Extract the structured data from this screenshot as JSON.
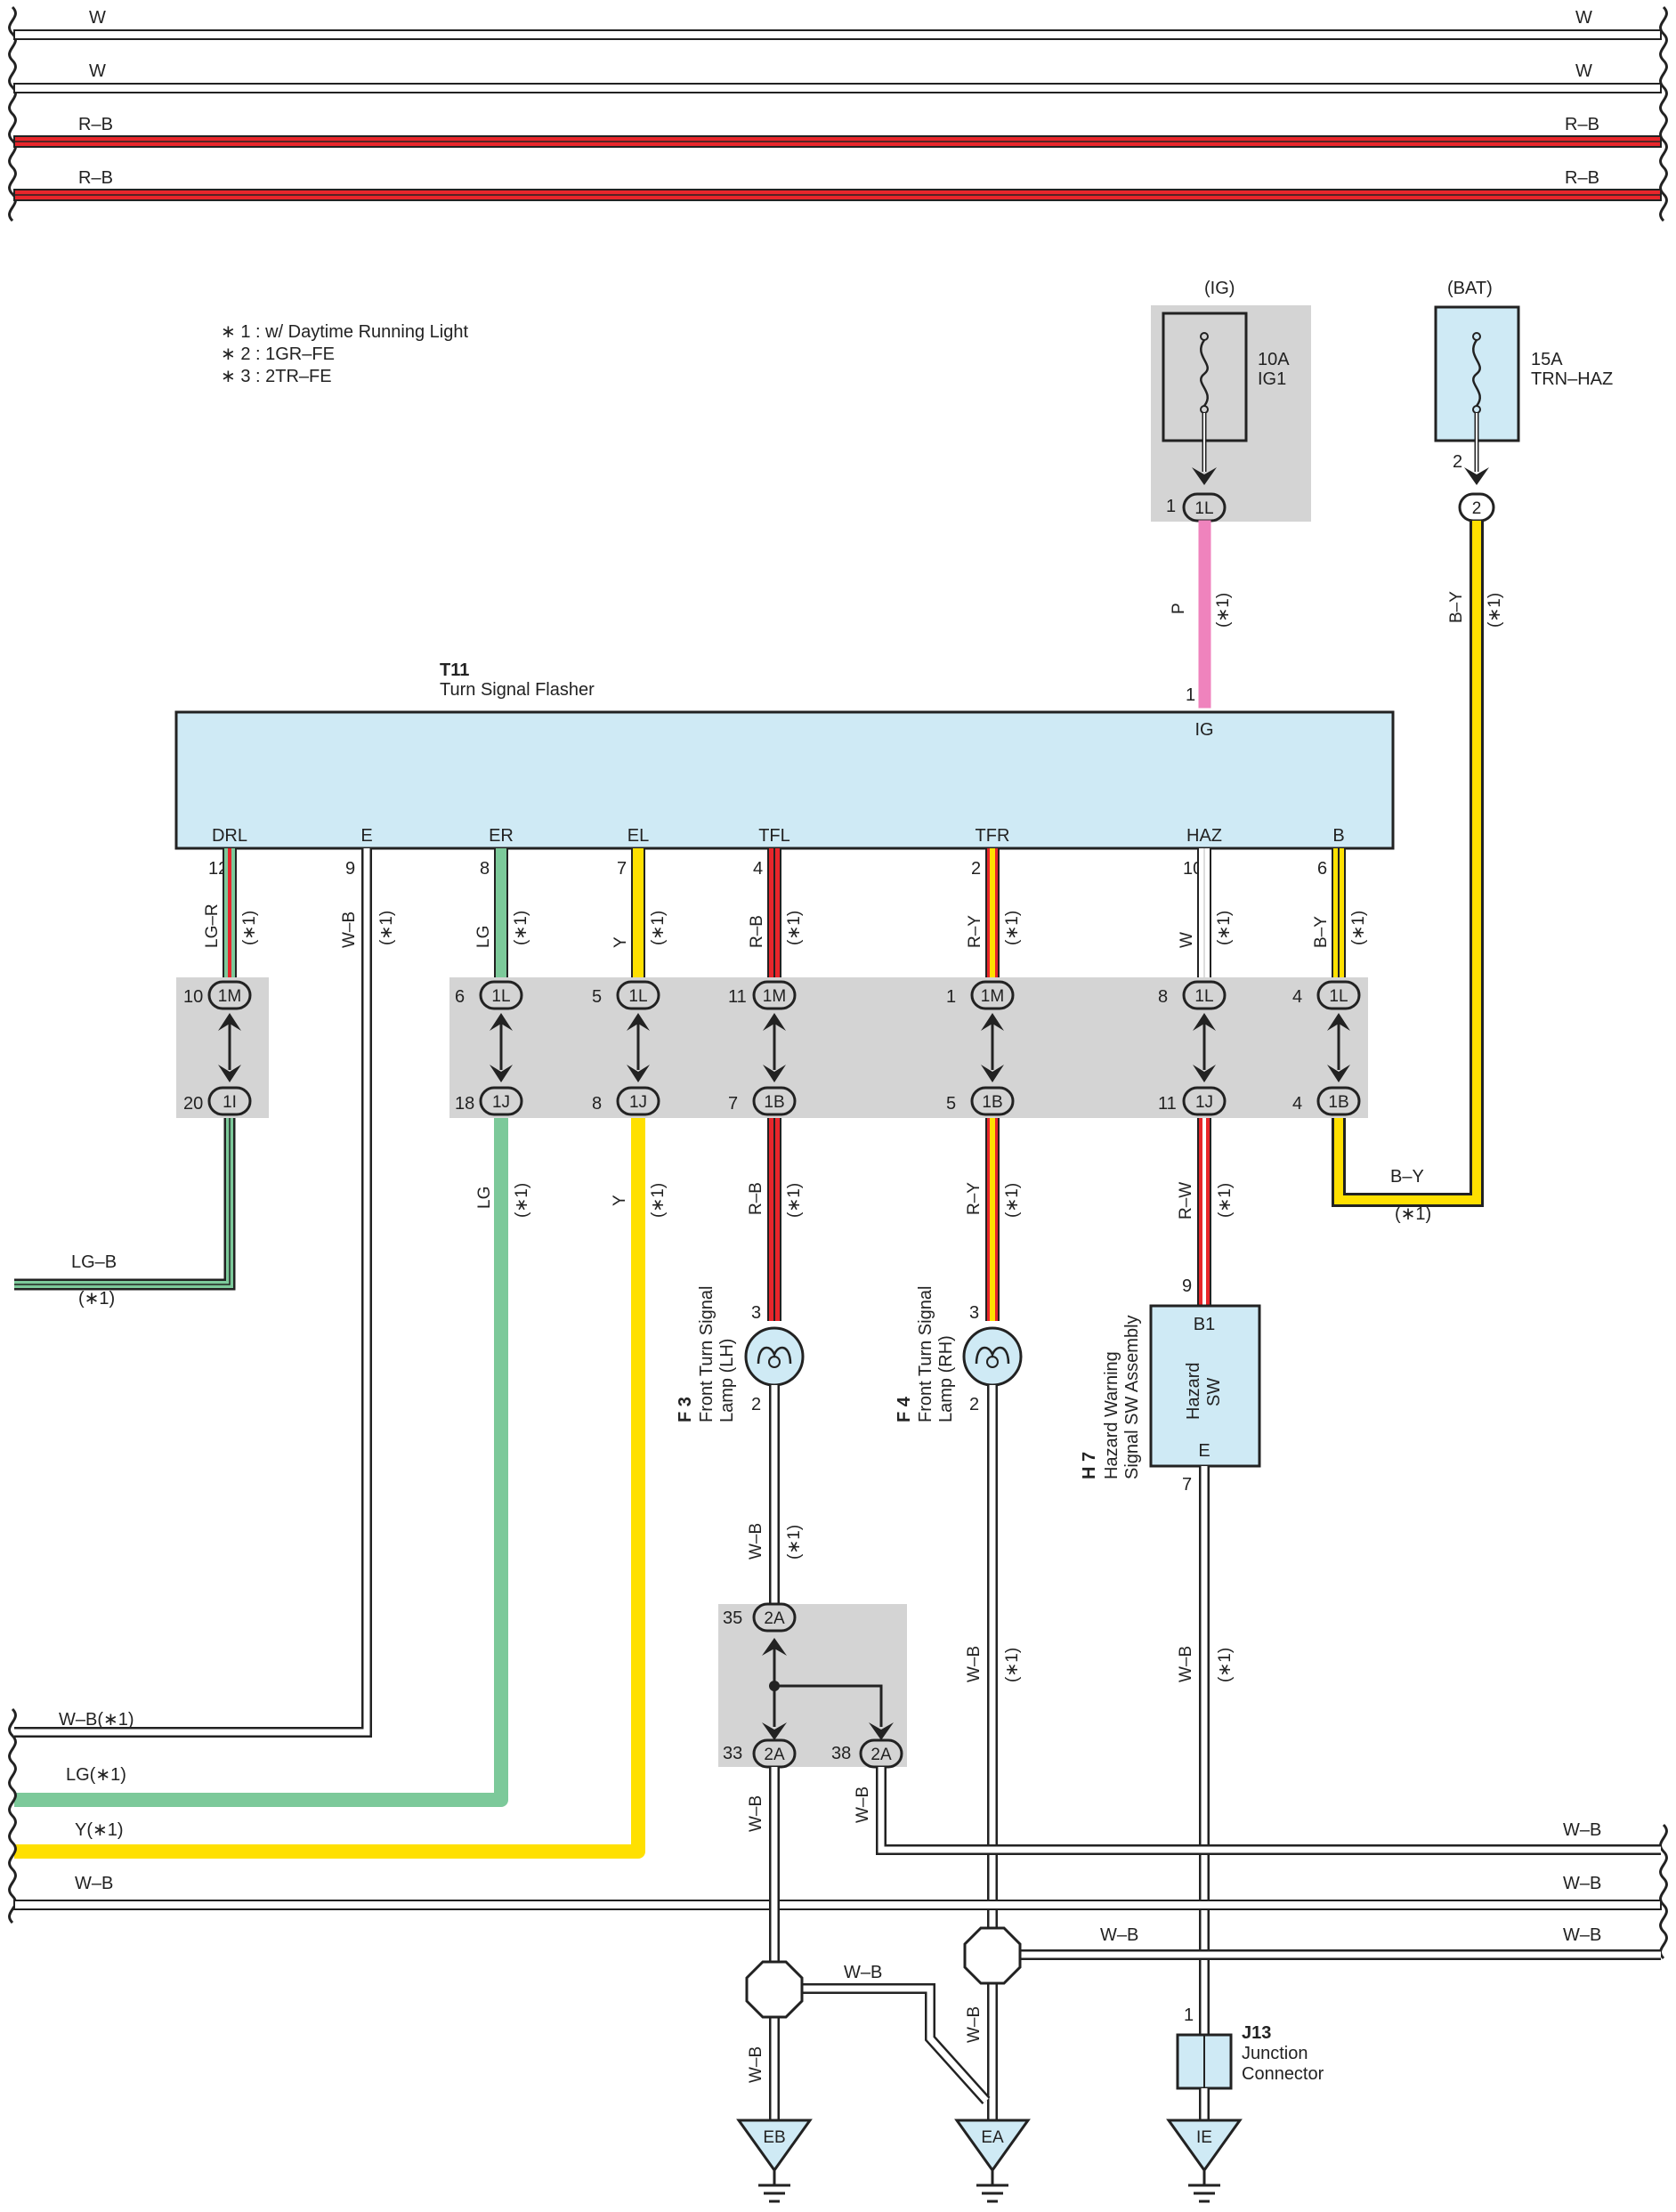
{
  "colors": {
    "W": "#ffffff",
    "R": "#e8262b",
    "Y": "#ffe000",
    "LG": "#7cc99a",
    "P": "#ef83bd",
    "G": "#7fd39a",
    "BLACK": "#222222",
    "comp_fill": "#cfeaf5",
    "jc_fill": "#d4d4d4"
  },
  "legend": {
    "l1": "∗ 1 : w/ Daytime Running Light",
    "l2": "∗ 2 : 1GR–FE",
    "l3": "∗ 3 : 2TR–FE"
  },
  "top_rails": {
    "w1": "W",
    "w2": "W",
    "rb1": "R–B",
    "rb2": "R–B"
  },
  "fuses": {
    "ig": {
      "header": "(IG)",
      "amp": "10A",
      "name": "IG1",
      "pin": "1",
      "conn": "1L"
    },
    "bat": {
      "header": "(BAT)",
      "amp": "15A",
      "name": "TRN–HAZ",
      "pin": "2",
      "conn": "2"
    }
  },
  "flasher": {
    "code": "T11",
    "name": "Turn Signal Flasher",
    "ig_pin": "1",
    "ig_label": "IG",
    "terminals": [
      {
        "label": "DRL",
        "pin": "12",
        "wire": "LG–R",
        "note": "(∗1)"
      },
      {
        "label": "E",
        "pin": "9",
        "wire": "W–B",
        "note": "(∗1)"
      },
      {
        "label": "ER",
        "pin": "8",
        "wire": "LG",
        "note": "(∗1)"
      },
      {
        "label": "EL",
        "pin": "7",
        "wire": "Y",
        "note": "(∗1)"
      },
      {
        "label": "TFL",
        "pin": "4",
        "wire": "R–B",
        "note": "(∗1)"
      },
      {
        "label": "TFR",
        "pin": "2",
        "wire": "R–Y",
        "note": "(∗1)"
      },
      {
        "label": "HAZ",
        "pin": "10",
        "wire": "W",
        "note": "(∗1)"
      },
      {
        "label": "B",
        "pin": "6",
        "wire": "B–Y",
        "note": "(∗1)"
      }
    ]
  },
  "wires_upper": {
    "p": "P",
    "p_note": "(∗1)",
    "by": "B–Y",
    "by_note": "(∗1)"
  },
  "junctions": [
    {
      "top_pin": "10",
      "top_conn": "1M",
      "bot_pin": "20",
      "bot_conn": "1I"
    },
    {
      "top_pin": "6",
      "top_conn": "1L",
      "bot_pin": "18",
      "bot_conn": "1J"
    },
    {
      "top_pin": "5",
      "top_conn": "1L",
      "bot_pin": "8",
      "bot_conn": "1J"
    },
    {
      "top_pin": "11",
      "top_conn": "1M",
      "bot_pin": "7",
      "bot_conn": "1B"
    },
    {
      "top_pin": "1",
      "top_conn": "1M",
      "bot_pin": "5",
      "bot_conn": "1B"
    },
    {
      "top_pin": "8",
      "top_conn": "1L",
      "bot_pin": "11",
      "bot_conn": "1J"
    },
    {
      "top_pin": "4",
      "top_conn": "1L",
      "bot_pin": "4",
      "bot_conn": "1B"
    }
  ],
  "lower_wires": {
    "lg": "LG",
    "lg_note": "(∗1)",
    "y": "Y",
    "y_note": "(∗1)",
    "rb": "R–B",
    "rb_note": "(∗1)",
    "ry": "R–Y",
    "ry_note": "(∗1)",
    "rw": "R–W",
    "rw_note": "(∗1)",
    "by": "B–Y",
    "by_note": "(∗1)",
    "lgb": "LG–B",
    "lgb_note": "(∗1)"
  },
  "lamps": {
    "f3": {
      "code": "F 3",
      "l1": "Front Turn Signal",
      "l2": "Lamp (LH)",
      "pin_top": "3",
      "pin_bot": "2"
    },
    "f4": {
      "code": "F 4",
      "l1": "Front Turn Signal",
      "l2": "Lamp (RH)",
      "pin_top": "3",
      "pin_bot": "2"
    }
  },
  "hazard": {
    "code": "H 7",
    "l1": "Hazard Warning",
    "l2": "Signal SW Assembly",
    "pin_top": "9",
    "pin_bot": "7",
    "t_top": "B1",
    "t_bot": "E",
    "inner1": "Hazard",
    "inner2": "SW"
  },
  "splice": {
    "c35": "35",
    "conn_top": "2A",
    "c33": "33",
    "conn_bl": "2A",
    "c38": "38",
    "conn_br": "2A"
  },
  "ground_wires": {
    "wb_lh": "W–B",
    "wb_lh_note": "(∗1)",
    "wb_rh": "W–B",
    "wb_rh_note": "(∗1)",
    "wb_hz": "W–B",
    "wb_hz_note": "(∗1)",
    "wb_33": "W–B",
    "wb_38": "W–B",
    "wb_eb": "W–B",
    "wb_cross": "W–B",
    "wb_ea": "W–B",
    "wb_ea_rail": "W–B"
  },
  "bottom_rails": {
    "wb_left": "W–B(∗1)",
    "lg_left": "LG(∗1)",
    "y_left": "Y(∗1)",
    "wb_rail_left": "W–B",
    "wb_r1": "W–B",
    "wb_r2": "W–B",
    "wb_r3": "W–B"
  },
  "junction_connector": {
    "code": "J13",
    "l1": "Junction",
    "l2": "Connector",
    "pin": "1"
  },
  "grounds": {
    "eb": "EB",
    "ea": "EA",
    "ie": "IE"
  }
}
